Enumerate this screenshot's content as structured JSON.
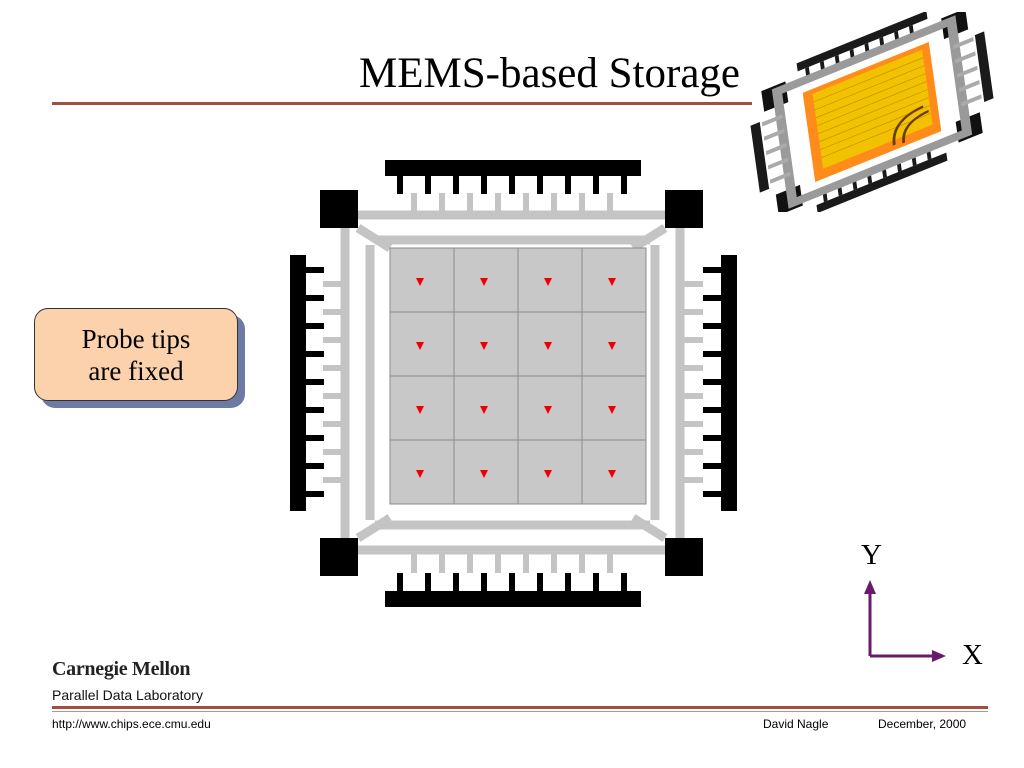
{
  "slide": {
    "title": "MEMS-based Storage",
    "callout": [
      "Probe tips",
      "are fixed"
    ],
    "axes": {
      "y_label": "Y",
      "x_label": "X",
      "color": "#6a1a6a"
    },
    "probe_grid": {
      "rows": 4,
      "cols": 4,
      "tip_color": "#ee0000",
      "tip_symbol": "downward-triangle"
    }
  },
  "branding": {
    "org": "Carnegie Mellon",
    "lab": "Parallel Data Laboratory"
  },
  "footer": {
    "url": "http://www.chips.ece.cmu.edu",
    "author": "David Nagle",
    "date": "December, 2000"
  },
  "colors": {
    "rule": "#a05040",
    "callout_fill": "#fcd2ad",
    "callout_shadow": "#6e7aa6",
    "media_fill": "#c8c8c8",
    "spring_gray": "#c8c8c8",
    "comb_black": "#000000",
    "thumb_gold": "#e8b000"
  }
}
